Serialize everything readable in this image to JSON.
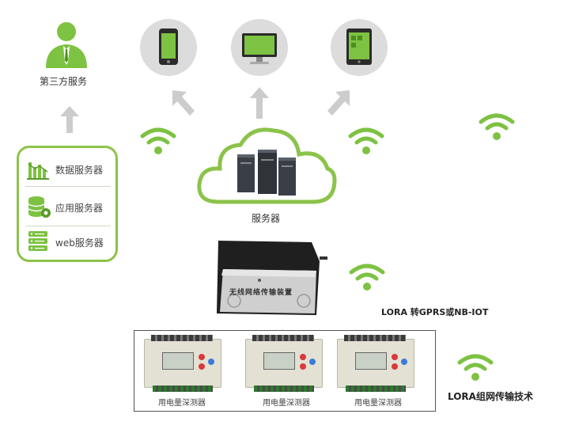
{
  "third_party": {
    "label": "第三方服务"
  },
  "server_group": {
    "items": [
      {
        "label": "数据服务器",
        "icon": "bar-chart-icon"
      },
      {
        "label": "应用服务器",
        "icon": "database-gear-icon"
      },
      {
        "label": "web服务器",
        "icon": "server-rack-icon"
      }
    ]
  },
  "cloud": {
    "label": "服务器"
  },
  "gateway": {
    "device_text": "无线网络传输装置",
    "caption": "LORA 转GPRS或NB-IOT"
  },
  "meters": [
    {
      "label": "用电量深测器"
    },
    {
      "label": "用电量深测器"
    },
    {
      "label": "用电量深测器"
    }
  ],
  "network": {
    "caption": "LORA组网传输技术"
  },
  "colors": {
    "accent": "#7dc242",
    "arrow": "#cccccc",
    "circle": "#dcdcdc"
  }
}
